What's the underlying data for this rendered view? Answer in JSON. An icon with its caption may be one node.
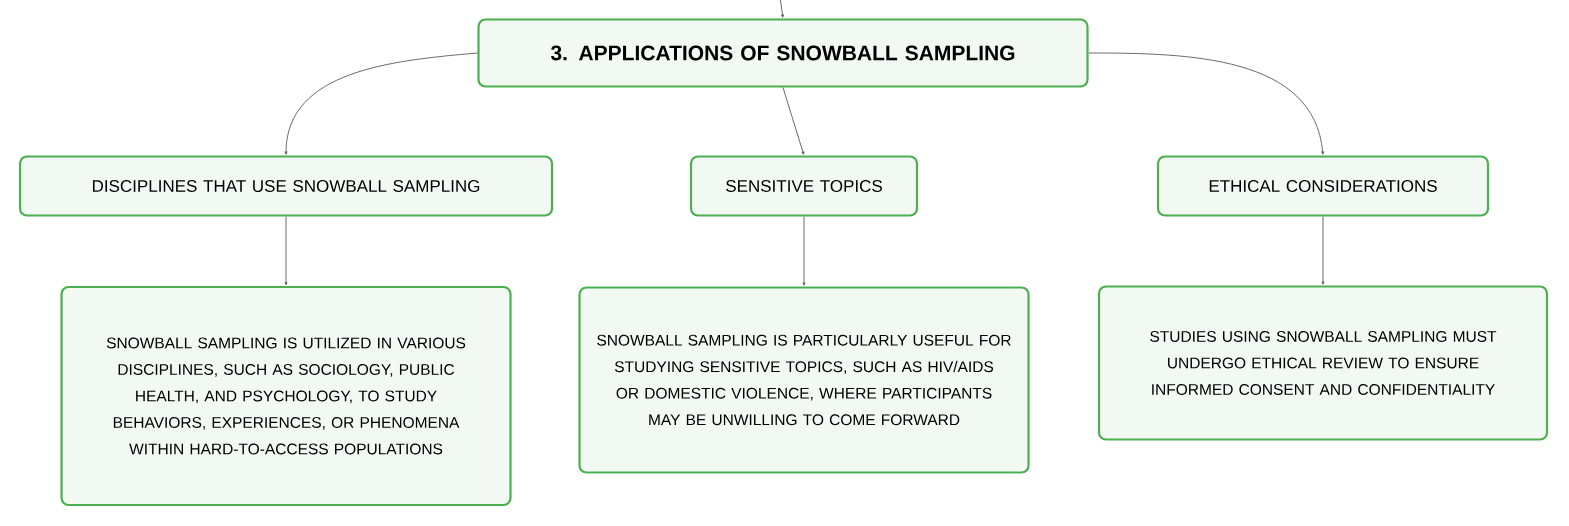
{
  "diagram": {
    "nodes": [
      {
        "text": [
          "3. APPLICATIONS OF SNOWBALL SAMPLING"
        ]
      },
      {
        "text": [
          "DISCIPLINES THAT USE SNOWBALL SAMPLING"
        ]
      },
      {
        "text": [
          "SENSITIVE TOPICS"
        ]
      },
      {
        "text": [
          "ETHICAL CONSIDERATIONS"
        ]
      },
      {
        "text": [
          "SNOWBALL SAMPLING IS UTILIZED IN VARIOUS DISCIPLINES, SUCH AS SOCIOLOGY, PUBLIC HEALTH, AND PSYCHOLOGY, TO STUDY BEHAVIORS, EXPERIENCES, OR PHENOMENA WITHIN HARD-TO-ACCESS POPULATIONS"
        ]
      },
      {
        "text": [
          "SNOWBALL SAMPLING IS PARTICULARLY USEFUL FOR STUDYING SENSITIVE TOPICS, SUCH AS HIV/AIDS OR DOMESTIC VIOLENCE, WHERE PARTICIPANTS MAY BE UNWILLING TO COME FORWARD"
        ]
      },
      {
        "text": [
          "STUDIES USING SNOWBALL SAMPLING MUST UNDERGO ETHICAL REVIEW TO ENSURE INFORMED CONSENT AND CONFIDENTIALITY"
        ]
      }
    ],
    "edges": [
      {
        "from": null,
        "to": 0,
        "arrow": "to"
      },
      {
        "from": 0,
        "to": 1,
        "arrow": "to"
      },
      {
        "from": 0,
        "to": 2,
        "arrow": "to"
      },
      {
        "from": 0,
        "to": 3,
        "arrow": "to"
      },
      {
        "from": 1,
        "to": 4,
        "arrow": "to"
      },
      {
        "from": 2,
        "to": 5,
        "arrow": "to"
      },
      {
        "from": 3,
        "to": 6,
        "arrow": "to"
      }
    ]
  }
}
